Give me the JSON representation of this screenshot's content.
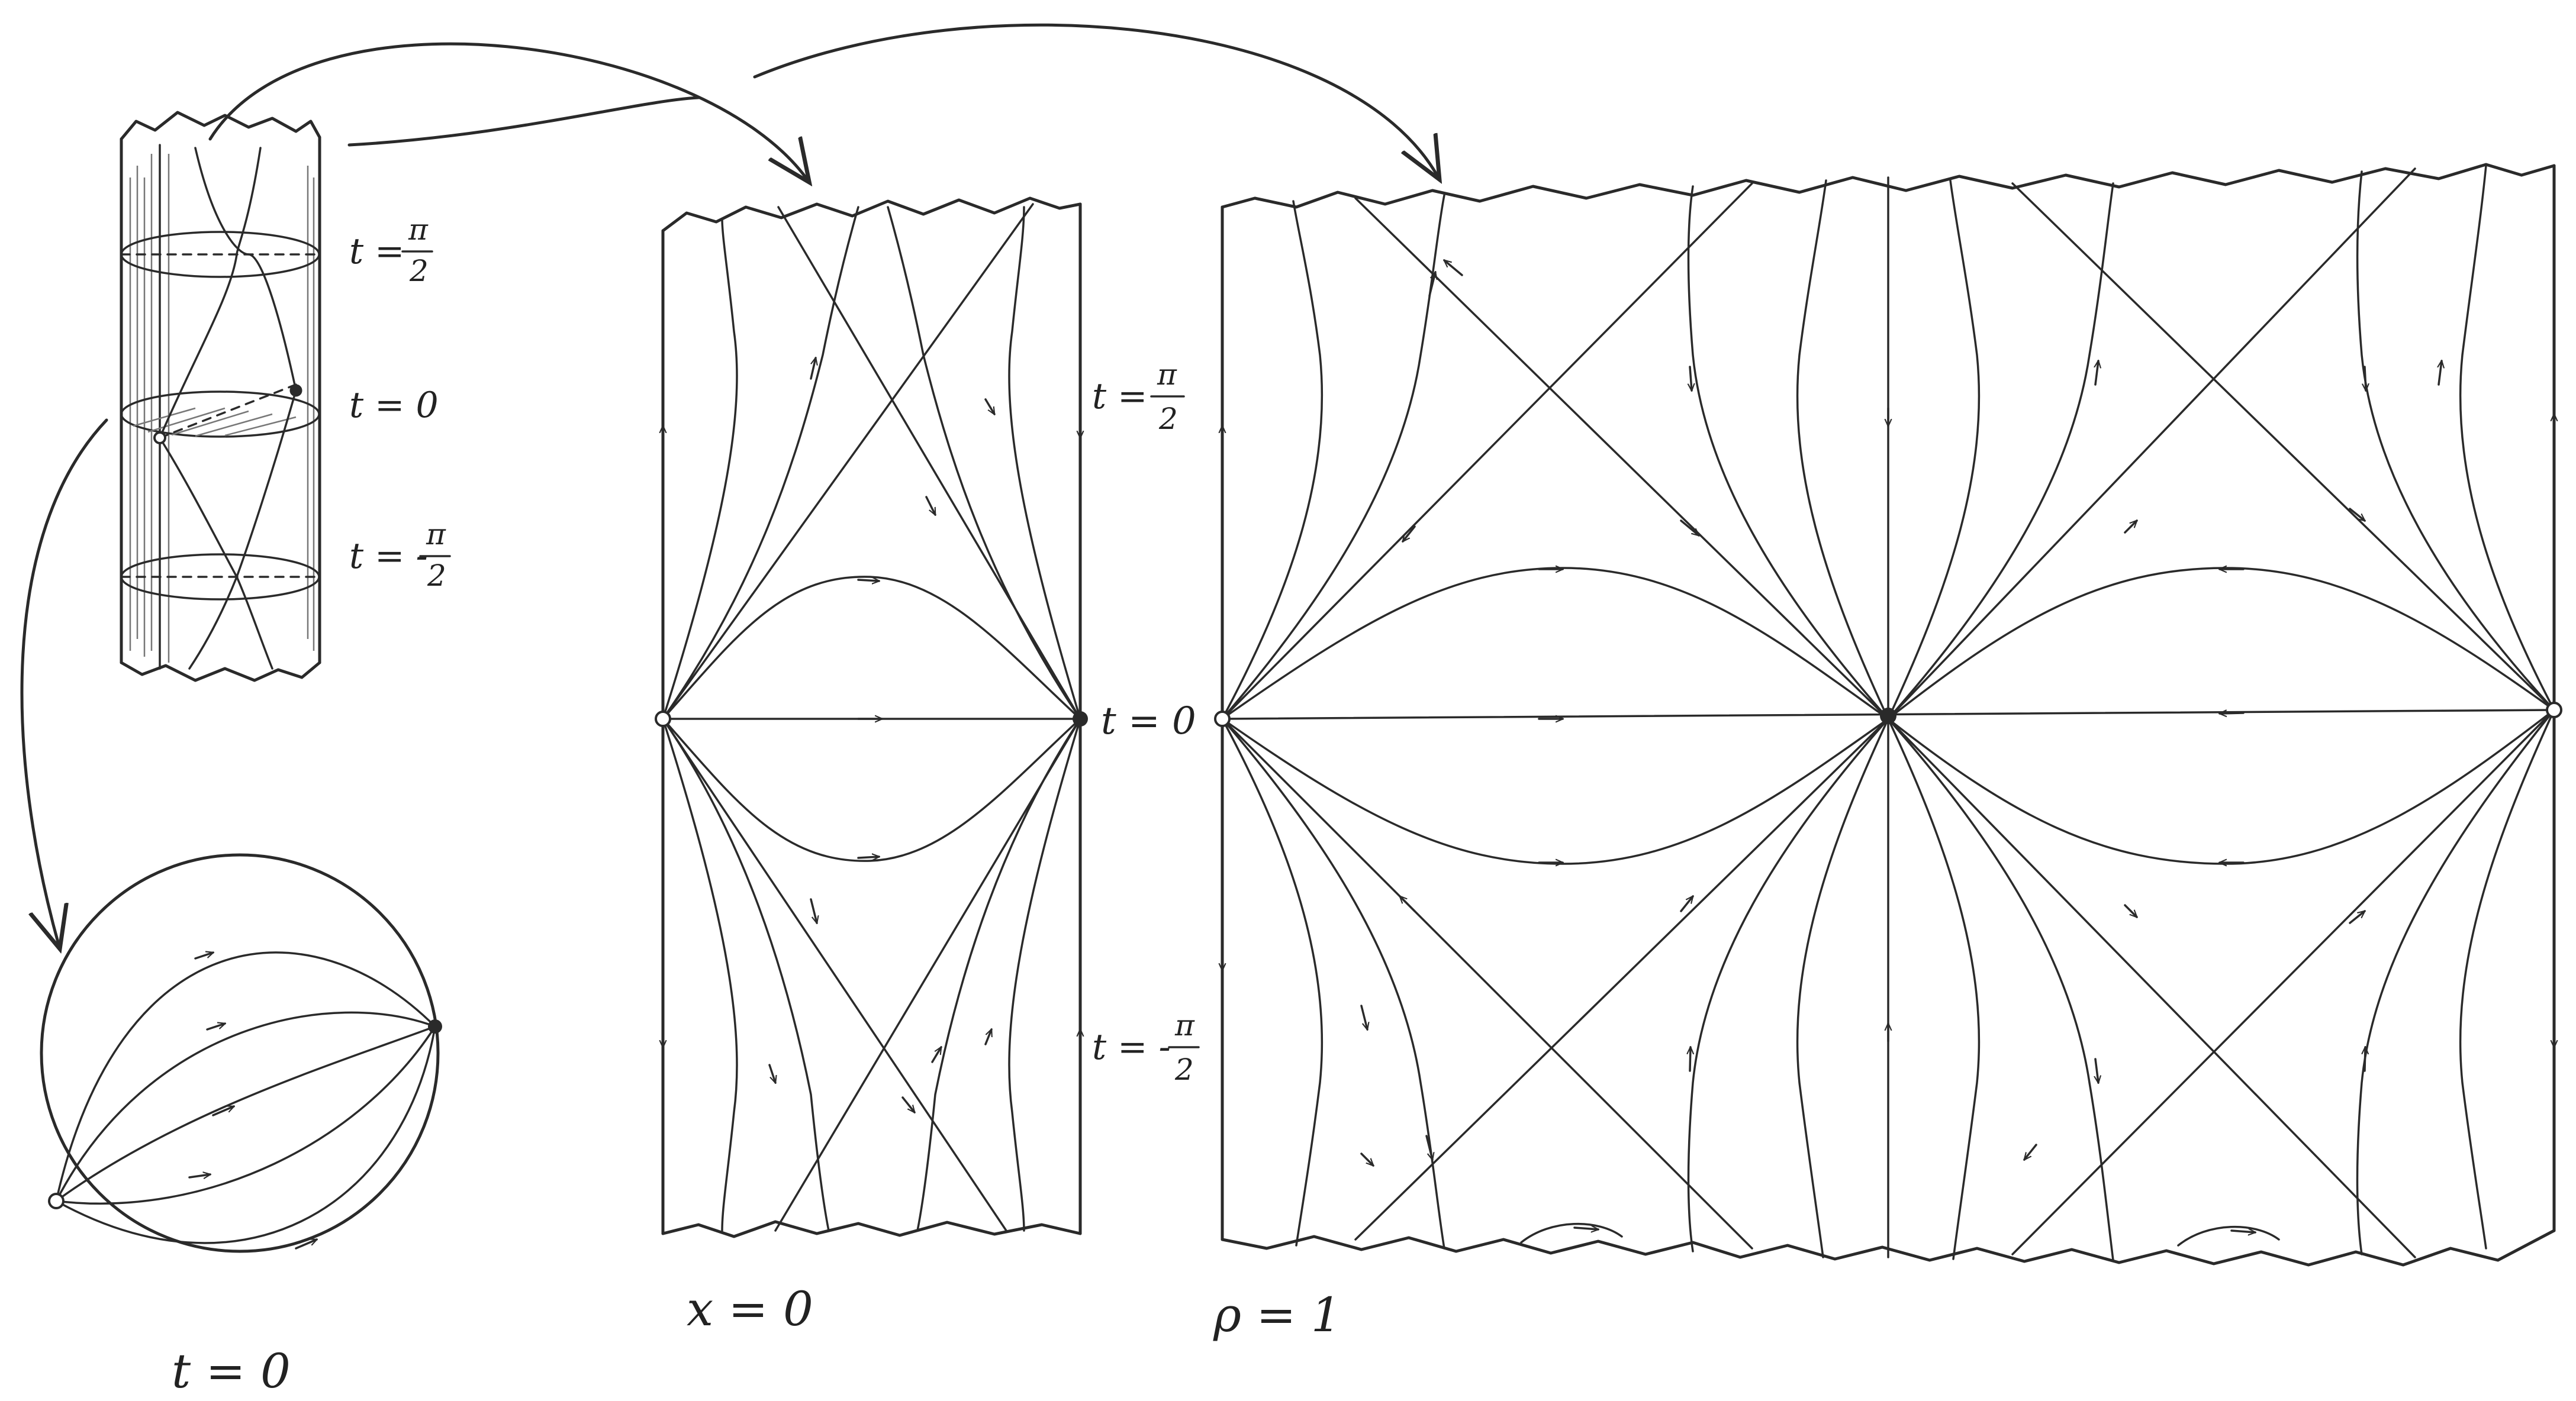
{
  "labels": {
    "cylinder_t_top_lhs": "t =",
    "cylinder_t_top_num": "π",
    "cylinder_t_top_den": "2",
    "cylinder_t_zero": "t = 0",
    "cylinder_t_bottom_lhs": "t = -",
    "cylinder_t_bottom_num": "π",
    "cylinder_t_bottom_den": "2",
    "panel_x_t_top_lhs": "t =",
    "panel_x_t_top_num": "π",
    "panel_x_t_top_den": "2",
    "panel_x_t_zero": "t = 0",
    "panel_x_t_bottom_lhs": "t = -",
    "panel_x_t_bottom_num": "π",
    "panel_x_t_bottom_den": "2",
    "caption_disk": "t = 0",
    "caption_x": "x = 0",
    "caption_rho": "ρ = 1"
  },
  "colors": {
    "ink": "#2a2a2a",
    "background": "#ffffff"
  }
}
